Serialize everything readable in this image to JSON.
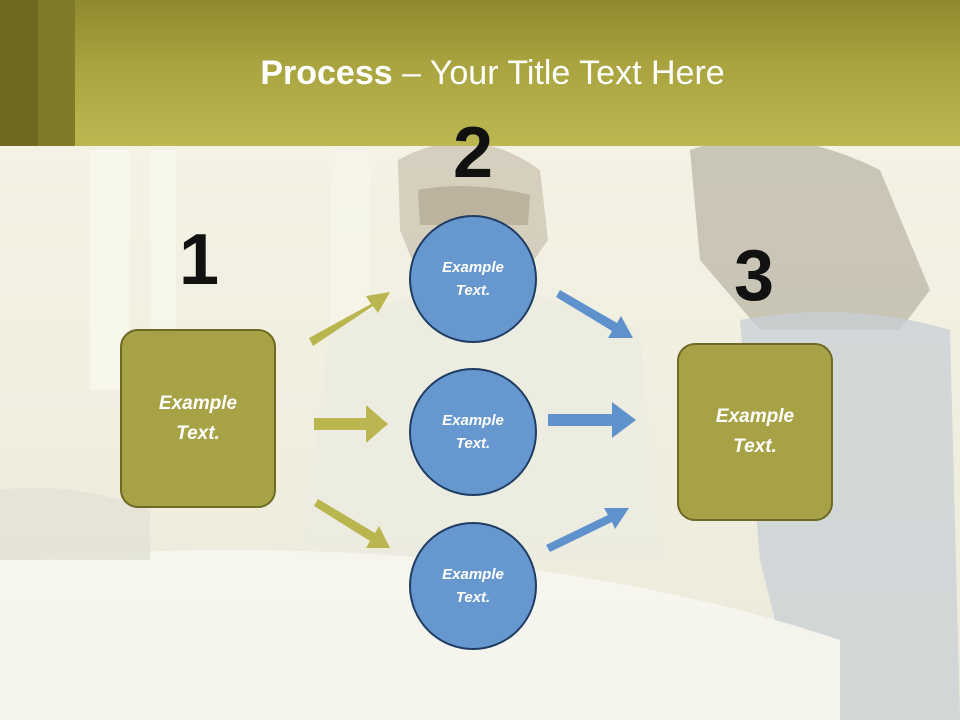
{
  "slide": {
    "title_bold": "Process",
    "title_rest": " – Your Title Text Here"
  },
  "steps": {
    "n1": "1",
    "n2": "2",
    "n3": "3"
  },
  "nodes": {
    "left_box": {
      "line1": "Example",
      "line2": "Text."
    },
    "circle_top": {
      "line1": "Example",
      "line2": "Text."
    },
    "circle_mid": {
      "line1": "Example",
      "line2": "Text."
    },
    "circle_bot": {
      "line1": "Example",
      "line2": "Text."
    },
    "right_box": {
      "line1": "Example",
      "line2": "Text."
    }
  },
  "colors": {
    "header": "#bcb851",
    "box_fill": "#a8a246",
    "circle_fill": "#6698cf",
    "arrow_olive": "#bab64f",
    "arrow_blue": "#5f92cc"
  }
}
